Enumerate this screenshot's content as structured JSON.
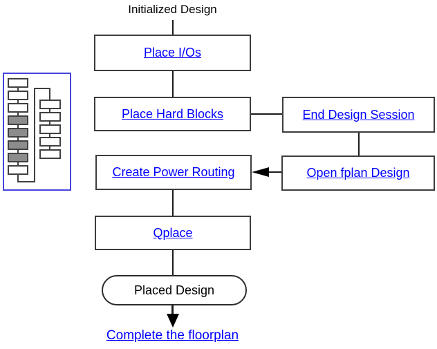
{
  "title": "Initialized Design",
  "nodes": {
    "place_ios": "Place I/Os",
    "place_hard_blocks": "Place Hard Blocks",
    "end_design_session": "End Design Session",
    "create_power_routing": "Create Power Routing",
    "open_fplan_design": "Open fplan Design",
    "qplace": "Qplace",
    "placed_design": "Placed Design",
    "complete_floorplan": "Complete the floorplan"
  },
  "icons": {
    "left_thumbnail": "floorplan-schematic-icon"
  },
  "colors": {
    "link": "#0000ff",
    "box_border": "#3d3d3d",
    "connector": "#1a1a1a",
    "thumbnail_border": "#4444dd",
    "thumbnail_gray_fill": "#8c8c8c"
  }
}
